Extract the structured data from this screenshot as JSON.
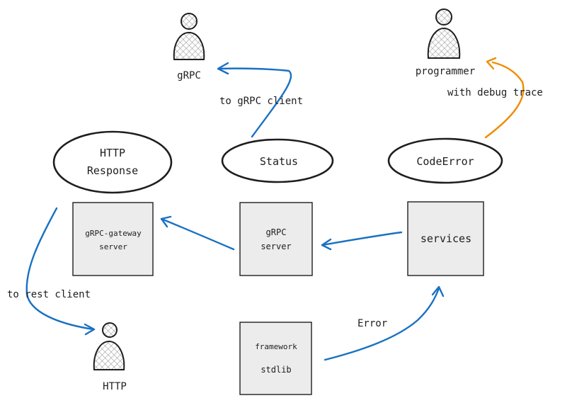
{
  "actors": {
    "grpc_client": "gRPC",
    "programmer": "programmer",
    "http_client": "HTTP"
  },
  "ellipses": {
    "http_response_line1": "HTTP",
    "http_response_line2": "Response",
    "status": "Status",
    "code_error": "CodeError"
  },
  "boxes": {
    "grpc_gateway_line1": "gRPC-gateway",
    "grpc_gateway_line2": "server",
    "grpc_server_line1": "gRPC",
    "grpc_server_line2": "server",
    "services": "services",
    "framework": "framework",
    "stdlib": "stdlib"
  },
  "edge_labels": {
    "to_grpc_client": "to gRPC client",
    "with_debug_trace": "with debug trace",
    "to_rest_client": "to rest client",
    "error": "Error"
  },
  "colors": {
    "arrow_blue": "#1971c2",
    "arrow_orange": "#f08c00",
    "box_fill": "#ececec"
  }
}
